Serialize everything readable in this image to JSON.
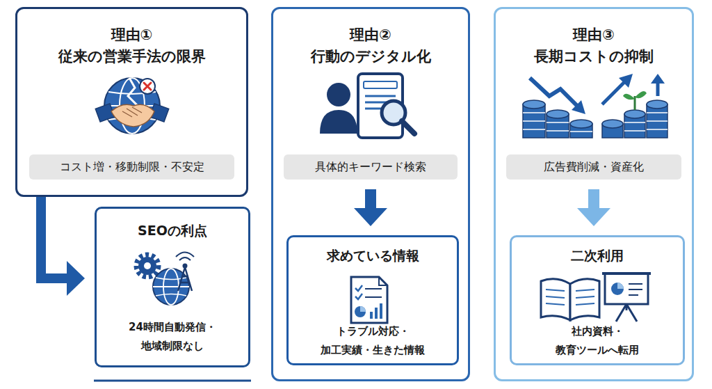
{
  "diagram": {
    "nodes": [
      {
        "text": [
          "理由① 従来の営業手法の限界"
        ]
      },
      {
        "text": [
          "コスト増・移動制限・不安定"
        ],
        "in": 0
      },
      {
        "text": [
          "SEOの利点",
          "24時間自動発信・地域制限なし"
        ]
      },
      {
        "text": [
          "理由② 行動のデジタル化"
        ]
      },
      {
        "text": [
          "具体的キーワード検索"
        ],
        "in": 3
      },
      {
        "text": [
          "求めている情報",
          "トラブル対応・加工実績・生きた情報"
        ],
        "in": 3
      },
      {
        "text": [
          "理由③ 長期コストの抑制"
        ]
      },
      {
        "text": [
          "広告費削減・資産化"
        ],
        "in": 6
      },
      {
        "text": [
          "二次利用",
          "社内資料・教育ツールへ転用"
        ],
        "in": 6
      }
    ],
    "edges": [
      {
        "from": 0,
        "to": 2,
        "arrow": "to"
      },
      {
        "from": 4,
        "to": 5,
        "arrow": "to"
      },
      {
        "from": 7,
        "to": 8,
        "arrow": "to"
      }
    ]
  }
}
